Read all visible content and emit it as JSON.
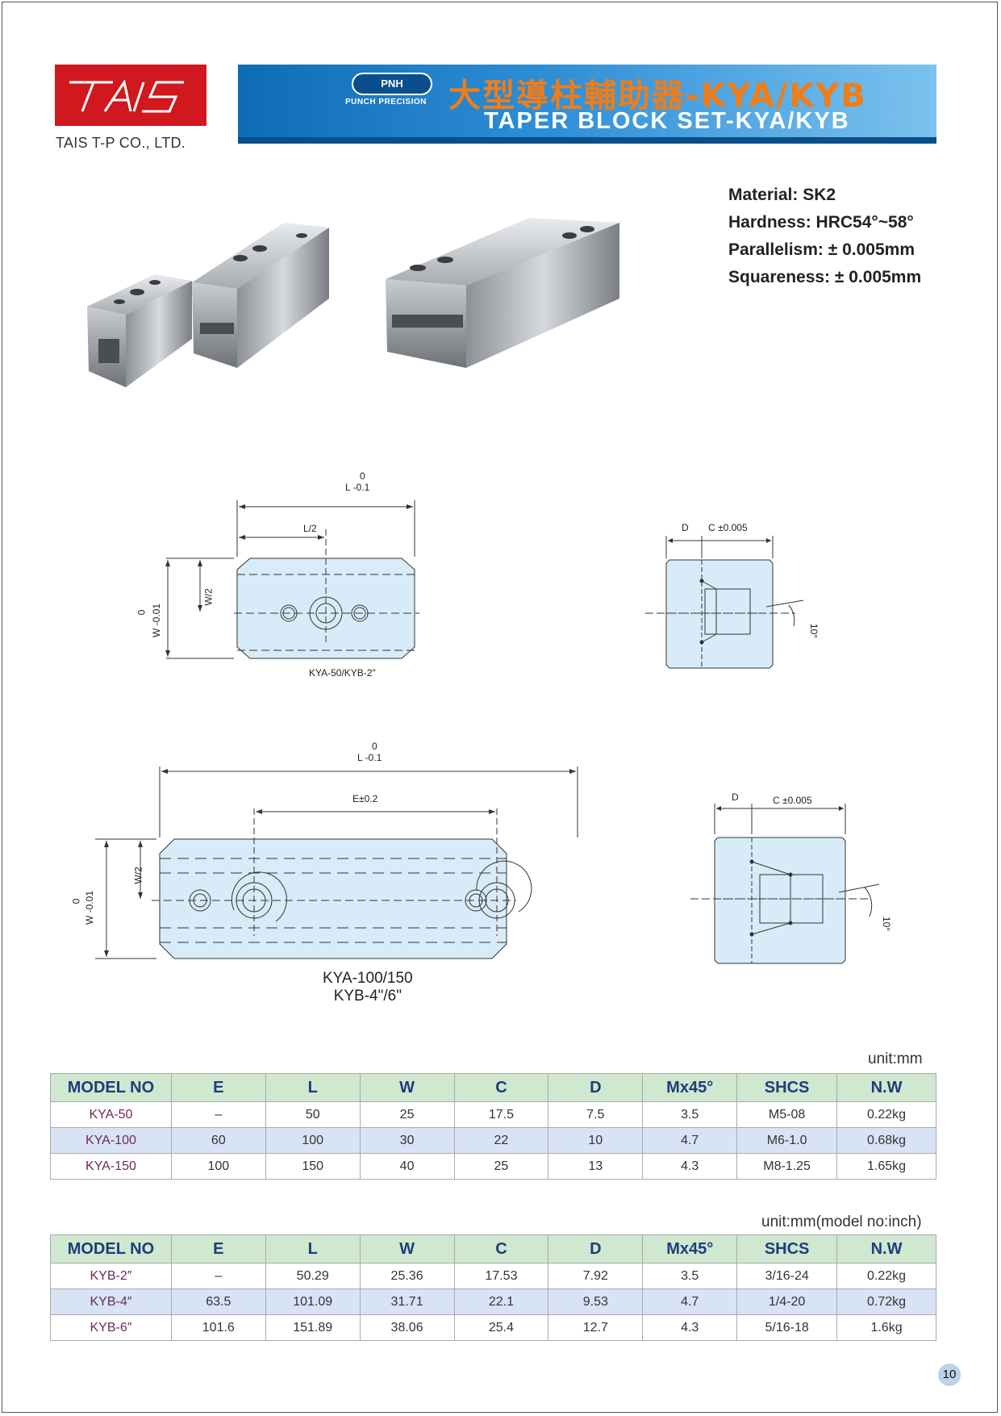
{
  "header": {
    "logo_text": "TAIS",
    "company": "TAIS T-P CO., LTD.",
    "brand_badge": "PNH",
    "brand_sub": "PUNCH PRECISION",
    "title_cn": "大型導柱輔助器-KYA/KYB",
    "title_en": "TAPER BLOCK SET-KYA/KYB"
  },
  "specs": [
    "Material: SK2",
    "Hardness: HRC54°~58°",
    "Parallelism: ± 0.005mm",
    "Squareness: ± 0.005mm"
  ],
  "drawing1": {
    "tol_top": "0",
    "L": "L -0.1",
    "half_L": "L/2",
    "half_W": "W/2",
    "W_tol": "0",
    "W": "W -0.01",
    "caption": "KYA-50/KYB-2\""
  },
  "side1": {
    "D": "D",
    "C": "C ±0.005",
    "angle": "10°"
  },
  "drawing2": {
    "tol_top": "0",
    "L": "L -0.1",
    "E": "E±0.2",
    "half_W": "W/2",
    "W_tol": "0",
    "W": "W -0.01",
    "caption_1": "KYA-100/150",
    "caption_2": "KYB-4\"/6\""
  },
  "side2": {
    "D": "D",
    "C": "C ±0.005",
    "angle": "10°"
  },
  "table_kya": {
    "unit": "unit:mm",
    "headers": [
      "MODEL NO",
      "E",
      "L",
      "W",
      "C",
      "D",
      "Mx45°",
      "SHCS",
      "N.W"
    ],
    "rows": [
      [
        "KYA-50",
        "–",
        "50",
        "25",
        "17.5",
        "7.5",
        "3.5",
        "M5-08",
        "0.22kg"
      ],
      [
        "KYA-100",
        "60",
        "100",
        "30",
        "22",
        "10",
        "4.7",
        "M6-1.0",
        "0.68kg"
      ],
      [
        "KYA-150",
        "100",
        "150",
        "40",
        "25",
        "13",
        "4.3",
        "M8-1.25",
        "1.65kg"
      ]
    ]
  },
  "table_kyb": {
    "unit": "unit:mm(model no:inch)",
    "headers": [
      "MODEL NO",
      "E",
      "L",
      "W",
      "C",
      "D",
      "Mx45°",
      "SHCS",
      "N.W"
    ],
    "rows": [
      [
        "KYB-2″",
        "–",
        "50.29",
        "25.36",
        "17.53",
        "7.92",
        "3.5",
        "3/16-24",
        "0.22kg"
      ],
      [
        "KYB-4″",
        "63.5",
        "101.09",
        "31.71",
        "22.1",
        "9.53",
        "4.7",
        "1/4-20",
        "0.72kg"
      ],
      [
        "KYB-6″",
        "101.6",
        "151.89",
        "38.06",
        "25.4",
        "12.7",
        "4.3",
        "5/16-18",
        "1.6kg"
      ]
    ]
  },
  "page_number": "10"
}
